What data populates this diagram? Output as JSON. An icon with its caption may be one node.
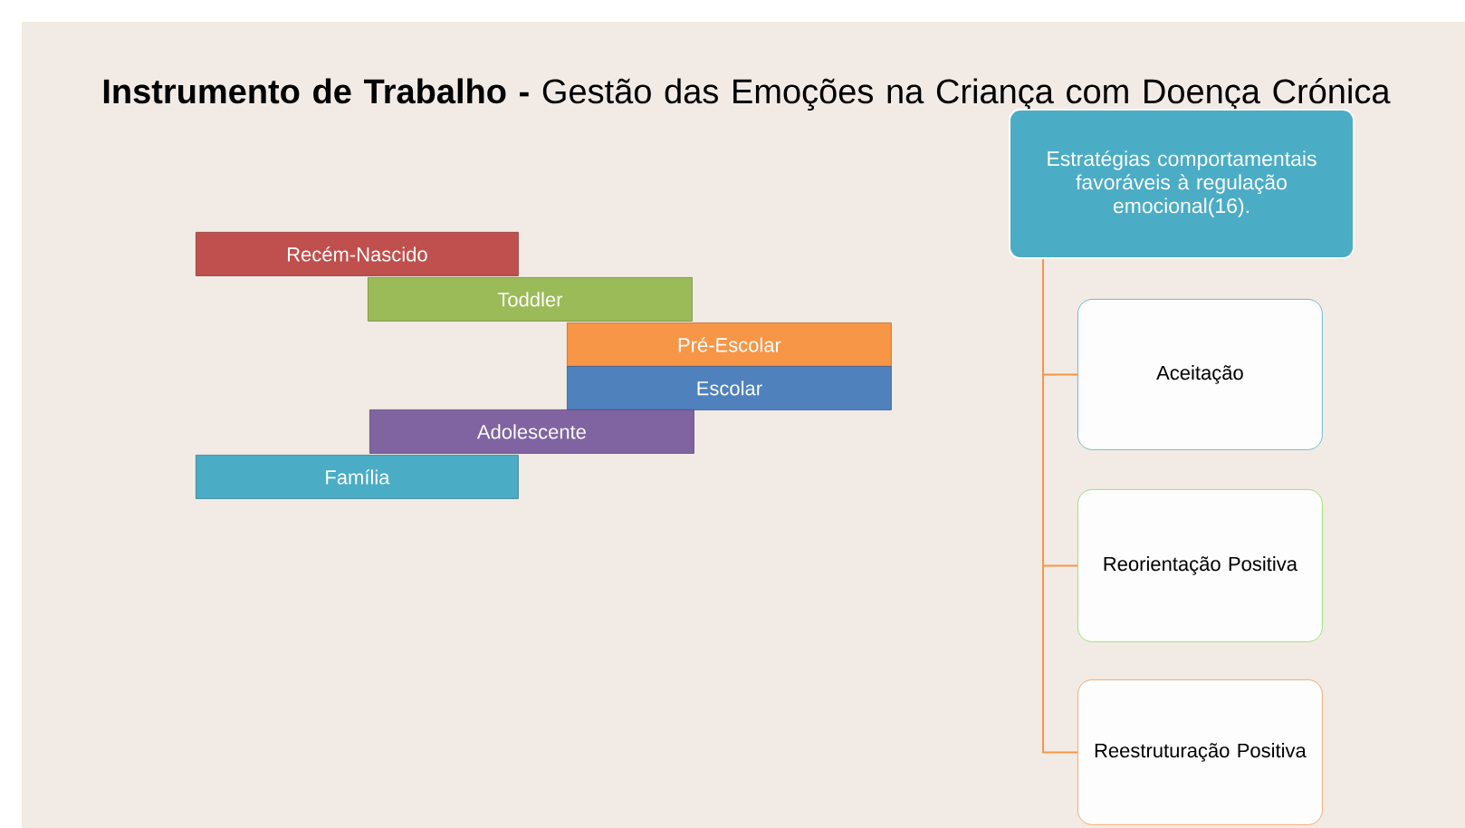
{
  "diagram": {
    "title": "**Instrumento de Trabalho -** Gestão das Emoções na Criança com Doença Crónica",
    "nodes": [
      {
        "text": [
          "Recém-Nascido"
        ]
      },
      {
        "text": [
          "Toddler"
        ]
      },
      {
        "text": [
          "Pré-Escolar"
        ]
      },
      {
        "text": [
          "Escolar"
        ]
      },
      {
        "text": [
          "Adolescente"
        ]
      },
      {
        "text": [
          "Família"
        ]
      },
      {
        "text": [
          "Estratégias comportamentais favoráveis à regulação emocional(16)."
        ]
      },
      {
        "text": [
          "Aceitação"
        ]
      },
      {
        "text": [
          "Reorientação Positiva"
        ]
      },
      {
        "text": [
          "Reestruturação Positiva"
        ]
      }
    ],
    "edges": [
      {
        "from": 6,
        "to": 7,
        "arrow": "none"
      },
      {
        "from": 6,
        "to": 8,
        "arrow": "none"
      },
      {
        "from": 6,
        "to": 9,
        "arrow": "none"
      }
    ]
  }
}
